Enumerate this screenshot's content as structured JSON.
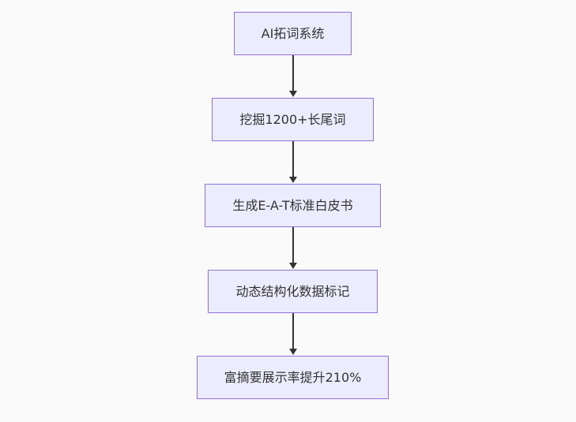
{
  "diagram": {
    "type": "flowchart",
    "direction": "top-down",
    "colors": {
      "background": "#fafafa",
      "node_fill": "#ECECFF",
      "node_border": "#9370DB",
      "text": "#333333",
      "arrow": "#333333"
    },
    "nodes": [
      {
        "id": "A",
        "label": "AI拓词系统"
      },
      {
        "id": "B",
        "label": "挖掘1200+长尾词"
      },
      {
        "id": "C",
        "label": "生成E-A-T标准白皮书"
      },
      {
        "id": "D",
        "label": "动态结构化数据标记"
      },
      {
        "id": "E",
        "label": "富摘要展示率提升210%"
      }
    ],
    "edges": [
      {
        "from": "A",
        "to": "B"
      },
      {
        "from": "B",
        "to": "C"
      },
      {
        "from": "C",
        "to": "D"
      },
      {
        "from": "D",
        "to": "E"
      }
    ]
  }
}
